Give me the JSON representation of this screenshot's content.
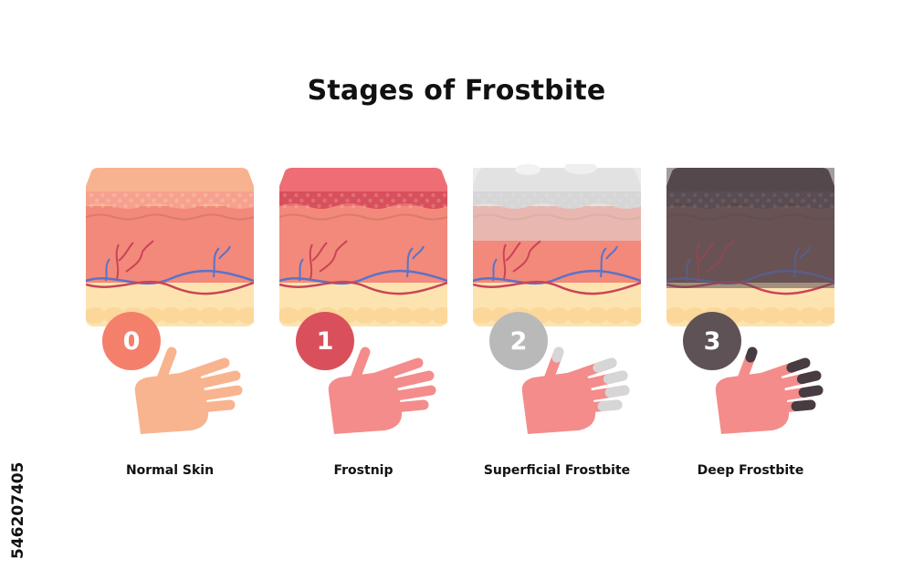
{
  "title": "Stages of Frostbite",
  "stock_id": "546207405",
  "stages": [
    {
      "number": "0",
      "label": "Normal Skin",
      "badge_color": "#f47f6b",
      "top_color": "#f7b38f",
      "band_color": "#f6a18e",
      "dermis_color": "#f3897a",
      "hand_color": "#f7b48f",
      "finger_tip_color": "#f7b48f",
      "overlay_color": "",
      "icons": [
        "skin-cross-section-icon",
        "hand-icon"
      ]
    },
    {
      "number": "1",
      "label": "Frostnip",
      "badge_color": "#d9505c",
      "top_color": "#ef6d74",
      "band_color": "#d8505b",
      "dermis_color": "#f3897a",
      "hand_color": "#f48c8c",
      "finger_tip_color": "#f48c8c",
      "overlay_color": "",
      "icons": [
        "skin-cross-section-icon",
        "hand-icon"
      ]
    },
    {
      "number": "2",
      "label": "Superficial Frostbite",
      "badge_color": "#b9b9b9",
      "top_color": "#e8e8e8",
      "band_color": "#cfcfcf",
      "dermis_color": "#f3897a",
      "hand_color": "#f48c8c",
      "finger_tip_color": "#d6d6d6",
      "overlay_color": "#dcdcdc",
      "icons": [
        "skin-cross-section-icon",
        "hand-icon"
      ]
    },
    {
      "number": "3",
      "label": "Deep Frostbite",
      "badge_color": "#5f5257",
      "top_color": "#4f4348",
      "band_color": "#5a4d52",
      "dermis_color": "#7a5a58",
      "hand_color": "#f48c8c",
      "finger_tip_color": "#473c41",
      "overlay_color": "#5a4d52",
      "icons": [
        "skin-cross-section-icon",
        "hand-icon"
      ]
    }
  ]
}
